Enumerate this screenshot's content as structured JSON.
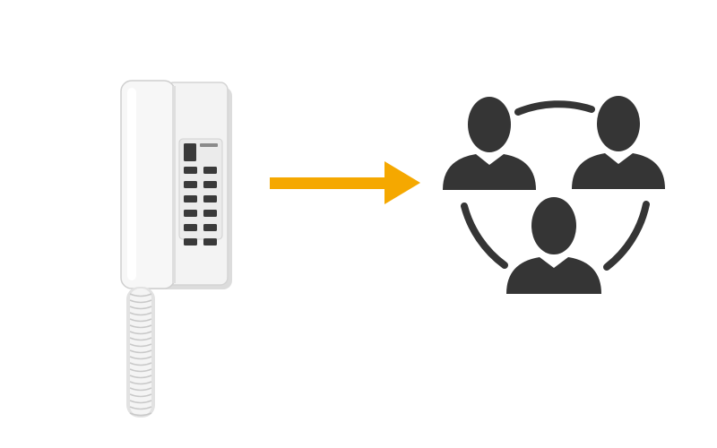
{
  "diagram": {
    "nodes": [
      {
        "id": "intercom",
        "icon": "intercom-handset-icon"
      },
      {
        "id": "group",
        "icon": "user-group-icon",
        "members": 3
      }
    ],
    "edges": [
      {
        "from": "intercom",
        "to": "group",
        "icon": "arrow-right-icon"
      }
    ],
    "colors": {
      "background": "#ffffff",
      "arrow": "#f5a800",
      "people": "#353535",
      "device_body": "#f2f2f2",
      "device_shadow": "#d2d2d2",
      "keys": "#3a3a3a"
    },
    "keypad": {
      "rows": 6,
      "columns": 2
    }
  }
}
